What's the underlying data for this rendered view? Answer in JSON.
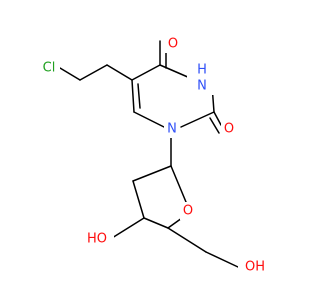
{
  "molecule": {
    "colors": {
      "carbon_bond": "#000000",
      "oxygen": "#ff0d0d",
      "nitrogen": "#3050f8",
      "chlorine": "#1fa01f",
      "background": "#ffffff"
    },
    "atoms": {
      "cl": "Cl",
      "o_c4": "O",
      "nh_n3": "H",
      "nh_n3_symbol": "N",
      "o_c2": "O",
      "n1": "N",
      "o_ring": "O",
      "oh_3prime": "HO",
      "oh_5prime": "OH"
    }
  }
}
